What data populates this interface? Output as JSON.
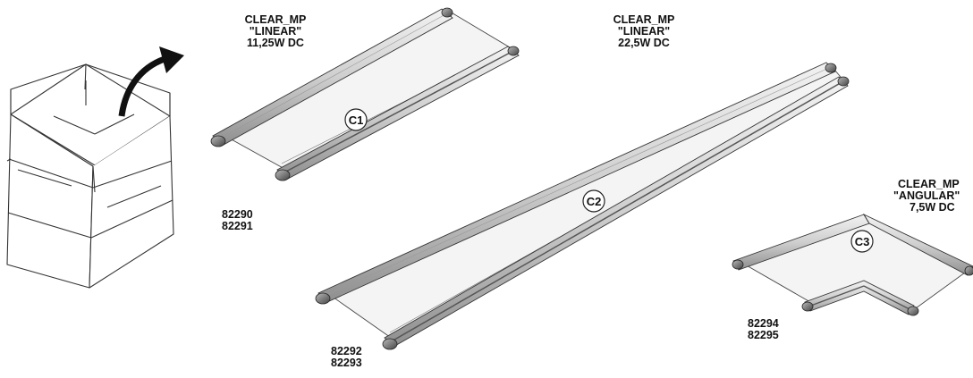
{
  "products": [
    {
      "badge": "C1",
      "name": "CLEAR_MP",
      "shape": "\"LINEAR\"",
      "power": "11,25W DC",
      "codes": [
        "82290",
        "82291"
      ]
    },
    {
      "badge": "C2",
      "name": "CLEAR_MP",
      "shape": "\"LINEAR\"",
      "power": "22,5W DC",
      "codes": [
        "82292",
        "82293"
      ]
    },
    {
      "badge": "C3",
      "name": "CLEAR_MP",
      "shape": "\"ANGULAR\"",
      "power": "7,5W DC",
      "codes": [
        "82294",
        "82295"
      ]
    }
  ],
  "icons": [
    "open-box-icon",
    "curved-arrow-icon"
  ],
  "colors": {
    "line": "#333333",
    "profile_fill": "#d9d9d9",
    "panel_fill": "#f4f4f4"
  }
}
